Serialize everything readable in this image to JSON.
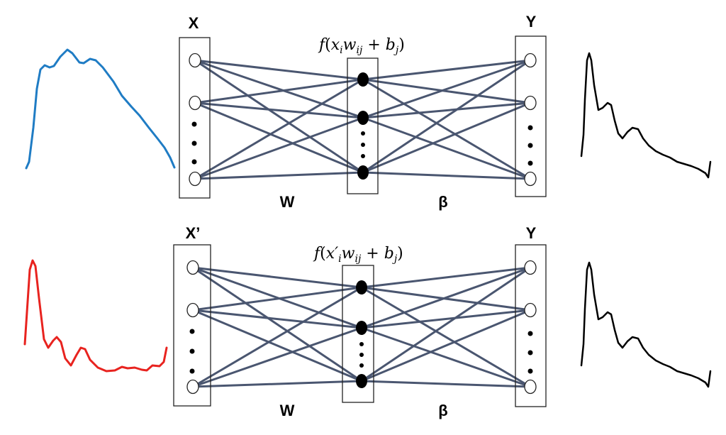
{
  "networks": [
    {
      "input_label": "X",
      "output_label": "Y",
      "weights_label": "W",
      "output_weights_label": "β",
      "hidden_formula": {
        "f": "f",
        "open": "(",
        "x": "x",
        "x_sub": "i",
        "w": "w",
        "w_sub": "ij",
        "plus": " + ",
        "b": "b",
        "b_sub": "j",
        "close": ")"
      },
      "input_curve_color": "#1f7cc4"
    },
    {
      "input_label": "X’",
      "output_label": "Y",
      "weights_label": "W",
      "output_weights_label": "β",
      "hidden_formula": {
        "f": "f",
        "open": "(",
        "x": "x′",
        "x_sub": "i",
        "w": "w",
        "w_sub": "ij",
        "plus": " + ",
        "b": "b",
        "b_sub": "j",
        "close": ")"
      },
      "input_curve_color": "#e8231f"
    }
  ],
  "colors": {
    "edge": "#4a5670",
    "output_curve": "#000000"
  }
}
